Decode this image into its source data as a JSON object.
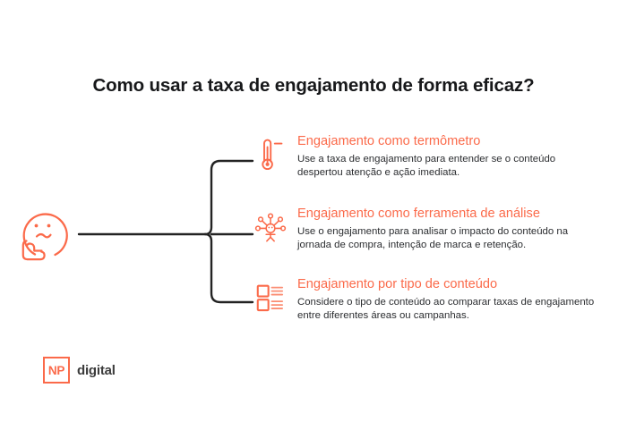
{
  "title": "Como usar a taxa de engajamento de forma eficaz?",
  "colors": {
    "accent": "#fb6a4a",
    "heading_text": "#17181a",
    "body_text": "#2b2d30",
    "connector": "#232323",
    "background": "#ffffff",
    "logo_word": "#3c3c3c"
  },
  "center_node": {
    "icon": "thinking-face-icon",
    "label": "Thinking face"
  },
  "branches": [
    {
      "icon": "thermometer-icon",
      "heading": "Engajamento como termômetro",
      "body": "Use a taxa de engajamento para entender se o conteúdo despertou atenção e ação imediata."
    },
    {
      "icon": "analysis-network-icon",
      "heading": "Engajamento como ferramenta de análise",
      "body": "Use o engajamento para analisar o impacto do conteúdo na jornada de compra, intenção de marca e retenção."
    },
    {
      "icon": "content-list-icon",
      "heading": "Engajamento por tipo de conteúdo",
      "body": "Considere o tipo de conteúdo ao comparar taxas de engajamento entre diferentes áreas ou campanhas."
    }
  ],
  "logo": {
    "mark": "NP",
    "word": "digital"
  }
}
